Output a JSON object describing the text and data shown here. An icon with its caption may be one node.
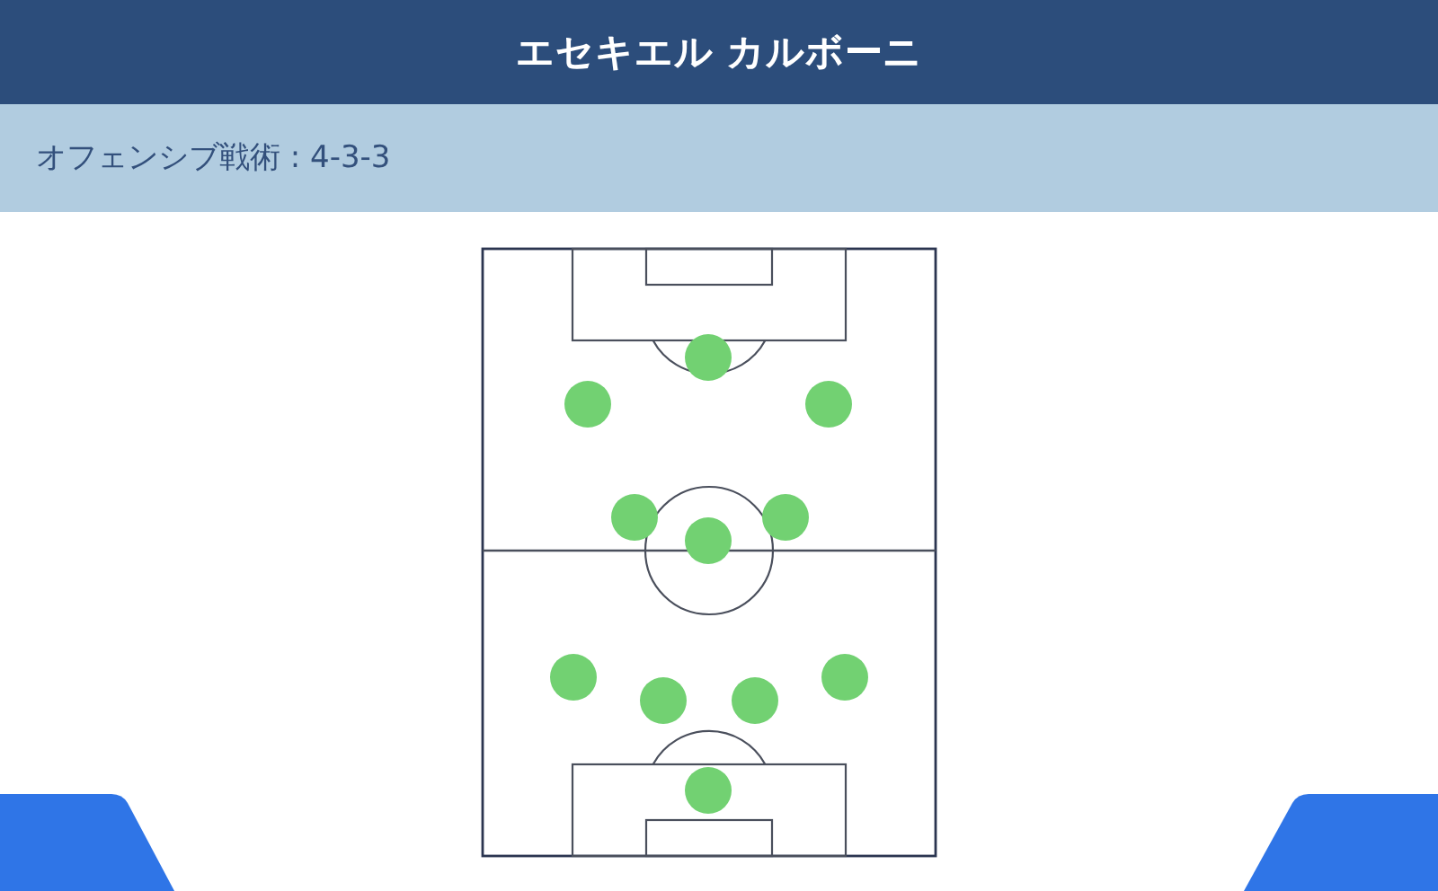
{
  "diagram": {
    "title": "エセキエル カルボーニ",
    "labels": [
      "オフェンシブ戦術 : 4-3-3"
    ],
    "nodes": [
      {
        "text": [],
        "shape": "circle"
      },
      {
        "text": [],
        "shape": "circle"
      },
      {
        "text": [],
        "shape": "circle"
      },
      {
        "text": [],
        "shape": "circle"
      },
      {
        "text": [],
        "shape": "circle"
      },
      {
        "text": [],
        "shape": "circle"
      },
      {
        "text": [],
        "shape": "circle"
      },
      {
        "text": [],
        "shape": "circle"
      },
      {
        "text": [],
        "shape": "circle"
      },
      {
        "text": [],
        "shape": "circle"
      },
      {
        "text": [],
        "shape": "circle"
      }
    ]
  }
}
